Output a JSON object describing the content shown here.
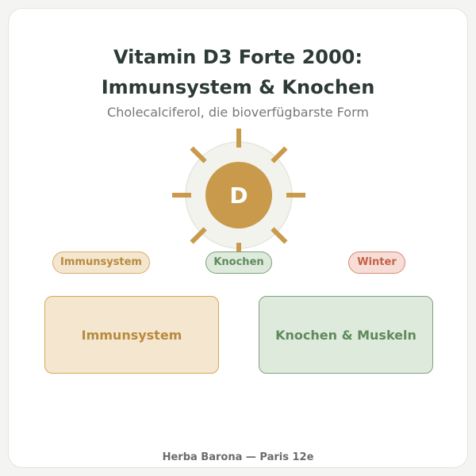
{
  "card": {
    "title": "Vitamin D3 Forte 2000: Immunsystem & Knochen",
    "subtitle": "Cholecalciferol, die bioverfügbarste Form",
    "icon": {
      "name": "sun-icon",
      "letter": "D",
      "color": "#c99a4c"
    },
    "tags": [
      {
        "label": "Immunsystem",
        "color": "#b88a3e"
      },
      {
        "label": "Knochen",
        "color": "#5e8a5c"
      },
      {
        "label": "Winter",
        "color": "#c5604a"
      }
    ],
    "boxes": [
      {
        "label": "Immunsystem",
        "color": "#b88a3e"
      },
      {
        "label": "Knochen & Muskeln",
        "color": "#5e8a5c"
      }
    ],
    "footer": "Herba Barona — Paris 12e"
  }
}
